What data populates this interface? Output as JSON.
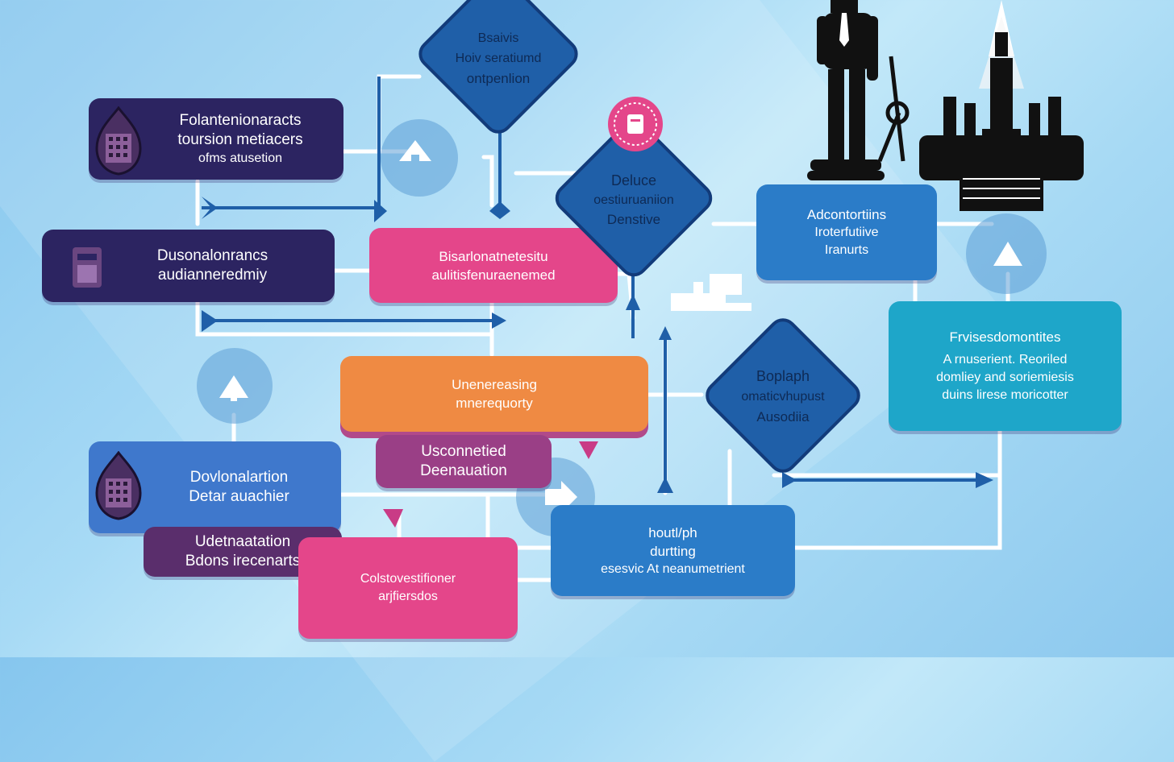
{
  "nodes": {
    "top_diamond": {
      "lines": [
        "Bsaivis",
        "Hoiv seratiumd",
        "ontpenlion"
      ]
    },
    "navy_box_1": {
      "lines": [
        "Folantenionaracts",
        "toursion metiacers",
        "ofms atusetion"
      ]
    },
    "navy_box_2": {
      "lines": [
        "Dusonalonrancs",
        "audianneredmiy"
      ]
    },
    "pink_box_1": {
      "lines": [
        "Bisarlonatnetesitu",
        "aulitisfenuraenemed"
      ]
    },
    "mid_diamond": {
      "lines": [
        "Deluce",
        "oestiuruaniion",
        "Denstive"
      ]
    },
    "blue_box_right": {
      "lines": [
        "Adcontortiins",
        "Iroterfutiive",
        "Iranurts"
      ]
    },
    "teal_box": {
      "lines": [
        "Frvisesdomontites",
        "A rnuserient. Reoriled",
        "domliey and soriemiesis",
        "duins lirese moricotter"
      ]
    },
    "orange_box": {
      "lines": [
        "Unenereasing",
        "mnerequorty"
      ]
    },
    "plum_box": {
      "lines": [
        "Usconnetied",
        "Deenauation"
      ]
    },
    "right_diamond": {
      "lines": [
        "Boplaph",
        "omaticvhupust",
        "Ausodiia"
      ]
    },
    "royal_box": {
      "lines": [
        "Dovlonalartion",
        "Detar auachier"
      ]
    },
    "purple_box": {
      "lines": [
        "Udetnaatation",
        "Bdons irecenarts"
      ]
    },
    "pink_box_2": {
      "lines": [
        "Colstovestifioner",
        "arjfiersdos"
      ]
    },
    "blue_box_bottom": {
      "lines": [
        "houtl/ph",
        "durtting",
        "esesvic At neanumetrient"
      ]
    }
  },
  "colors": {
    "navy": "#2c2461",
    "pink": "#e4468a",
    "blue": "#2b7cc8",
    "teal": "#1ea6c9",
    "orange": "#ef8a43",
    "plum": "#9a3f86",
    "diamond": "#1f5fa8",
    "connector": "#ffffff"
  },
  "icons": [
    "building-icon",
    "document-icon",
    "businessman-silhouette",
    "monument-silhouette",
    "badge-icon",
    "up-arrow-icon",
    "right-arrow-icon"
  ]
}
